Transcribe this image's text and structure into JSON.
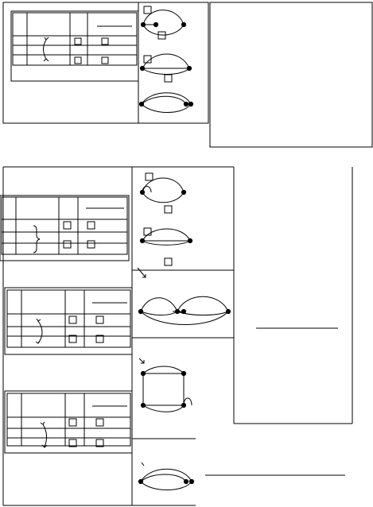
{
  "colors": {
    "line": "#000000",
    "background": "#ffffff"
  },
  "panels": [
    {
      "name": "top-left-panel",
      "table_rows": 3,
      "graphs": [
        "two-arcs-graph",
        "two-arcs-graph",
        "lens-graph"
      ]
    },
    {
      "name": "bottom-left-panel",
      "table_rows": 3,
      "graphs": [
        "two-arcs-graph",
        "two-arcs-graph",
        "double-lens-graph",
        "square-graph",
        "lens-graph"
      ]
    }
  ],
  "text_boxes": [
    "top-right-text-box",
    "bottom-right-text-box"
  ]
}
